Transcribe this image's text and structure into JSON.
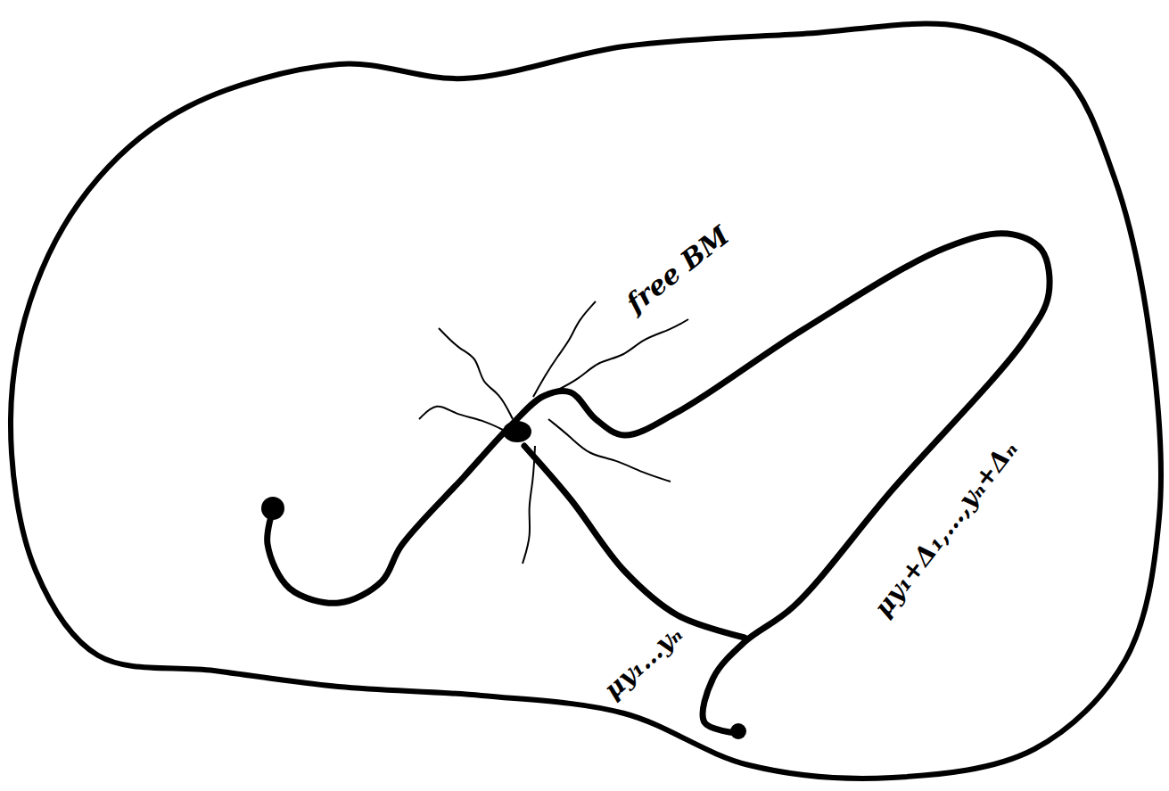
{
  "diagram": {
    "labels": [
      "free BM",
      "μy₁…yₙ",
      "μy₁+Δ₁,…,yₙ+Δₙ"
    ]
  }
}
